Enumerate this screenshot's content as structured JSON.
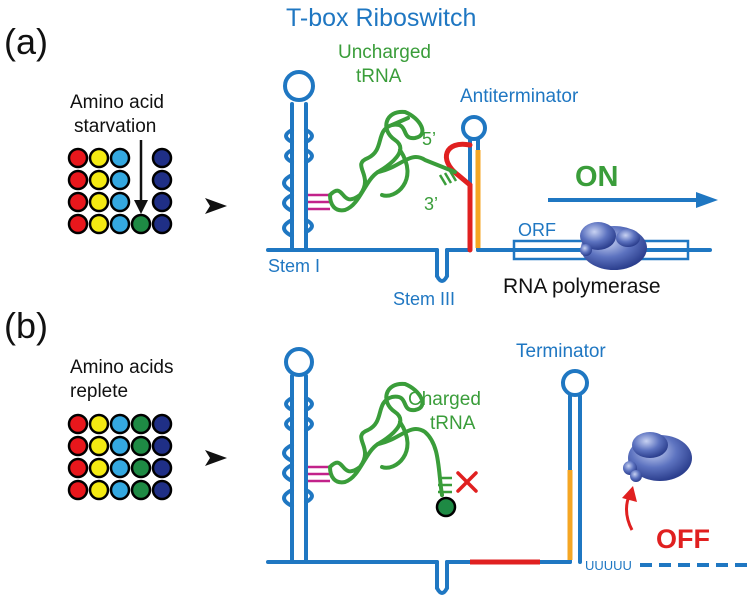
{
  "title": "T-box Riboswitch",
  "colors": {
    "blue": "#1f77c2",
    "green": "#3a9d3a",
    "red": "#e02020",
    "orange": "#f5a623",
    "magenta": "#c2228a",
    "black": "#111111",
    "dot_red": "#e8171c",
    "dot_yellow": "#f4ea12",
    "dot_cyan": "#34a8e0",
    "dot_green": "#1e8a44",
    "dot_navy": "#1f2f86",
    "polymerase": "#4a63b5"
  },
  "panel_a": {
    "panel_label": "(a)",
    "condition_line1": "Amino acid",
    "condition_line2": "starvation",
    "trna_line1": "Uncharged",
    "trna_line2": "tRNA",
    "five_prime": "5’",
    "three_prime": "3’",
    "antiterminator": "Antiterminator",
    "state": "ON",
    "orf": "ORF",
    "stem1": "Stem I",
    "stem3": "Stem III",
    "polymerase": "RNA polymerase"
  },
  "panel_b": {
    "panel_label": "(b)",
    "condition_line1": "Amino acids",
    "condition_line2": "replete",
    "trna_line1": "Charged",
    "trna_line2": "tRNA",
    "terminator": "Terminator",
    "poly_u": "UUUUU",
    "state": "OFF"
  },
  "icons": {
    "arrow": "right-arrow-icon",
    "cross": "x-mark-icon",
    "polymerase": "rna-polymerase-icon"
  }
}
